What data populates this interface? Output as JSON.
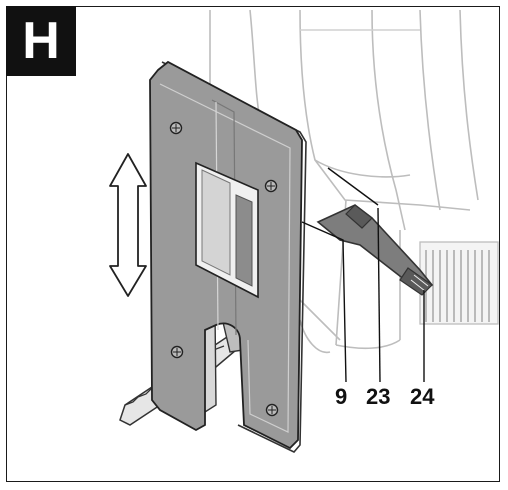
{
  "figure": {
    "panel_label": "H",
    "callouts": {
      "base_plate": "9",
      "lever": "23",
      "lever_grip": "24"
    }
  }
}
